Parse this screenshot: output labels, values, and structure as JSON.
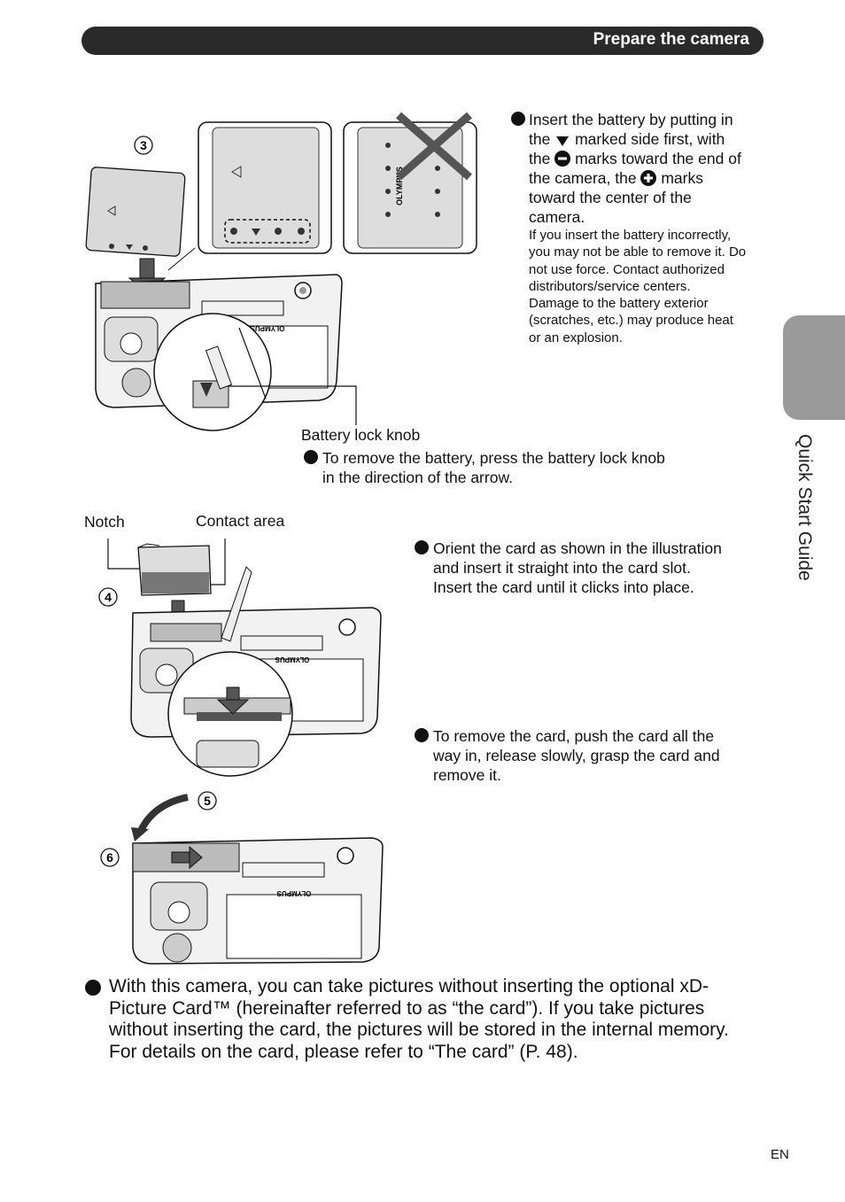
{
  "header": {
    "title": "Prepare the camera"
  },
  "sidebar": {
    "label": "Quick Start Guide"
  },
  "battery": {
    "step_number": "3",
    "instr_a": "Insert the battery by putting in",
    "instr_b_pre": "the",
    "instr_b_post": "marked side first, with",
    "instr_c_pre": "the",
    "instr_c_post": "marks toward the end of",
    "instr_d_pre": "the camera, the",
    "instr_d_post": "marks",
    "instr_e": "toward the center of the",
    "instr_f": "camera.",
    "warning": [
      "If you insert the battery incorrectly,",
      "you may not be able to remove it. Do",
      "not use force. Contact authorized",
      "distributors/service centers.",
      "Damage to the battery exterior",
      "(scratches, etc.) may produce heat",
      "or an explosion."
    ],
    "lock_knob_label": "Battery lock knob",
    "remove_lines": [
      "To remove the battery, press the battery lock knob",
      "in the direction of the arrow."
    ],
    "brand": "OLYMPUS"
  },
  "card": {
    "notch_label": "Notch",
    "contact_label": "Contact area",
    "step_number": "4",
    "orient_lines": [
      "Orient the card as shown in the illustration",
      "and insert it straight into the card slot.",
      "Insert the card until it clicks into place."
    ],
    "remove_lines": [
      "To remove the card, push the card all the",
      "way in, release slowly, grasp the card and",
      "remove it."
    ]
  },
  "close": {
    "step5": "5",
    "step6": "6"
  },
  "note_lines": [
    "With this camera, you can take pictures without inserting the optional xD-",
    "Picture Card™ (hereinafter referred to as “the card”). If you take pictures",
    "without inserting the card, the pictures will be stored in the internal memory.",
    "For details on the card, please refer to “The card” (P. 48)."
  ],
  "footer": {
    "lang": "EN"
  }
}
